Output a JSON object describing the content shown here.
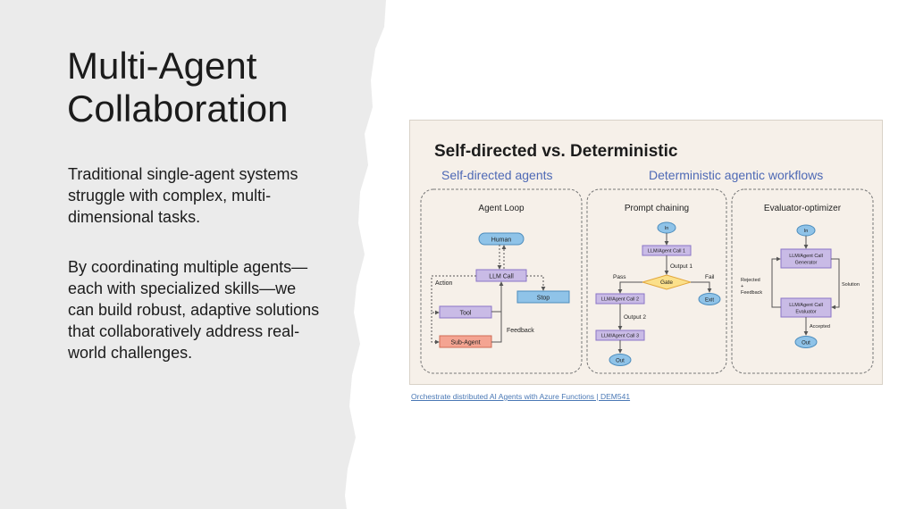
{
  "slide": {
    "title_line1": "Multi-Agent",
    "title_line2": "Collaboration",
    "paragraph1": "Traditional single-agent systems struggle with complex, multi-dimensional tasks.",
    "paragraph2": "By coordinating multiple agents—each with specialized skills—we can build robust, adaptive solutions that collaboratively address real-world challenges.",
    "source_link": "Orchestrate distributed AI Agents with Azure Functions | DEM541"
  },
  "diagram": {
    "heading": "Self-directed vs. Deterministic",
    "left_header": "Self-directed agents",
    "right_header": "Deterministic agentic workflows",
    "agent_loop": {
      "title": "Agent Loop",
      "human": "Human",
      "llm_call": "LLM Call",
      "stop": "Stop",
      "tool": "Tool",
      "sub_agent": "Sub-Agent",
      "action": "Action",
      "feedback": "Feedback"
    },
    "prompt_chaining": {
      "title": "Prompt chaining",
      "in": "In",
      "call1": "LLM/Agent Call 1",
      "output1": "Output 1",
      "pass": "Pass",
      "gate": "Gate",
      "fail": "Fail",
      "call2": "LLM/Agent Call 2",
      "exit": "Exit",
      "output2": "Output 2",
      "call3": "LLM/Agent Call 3",
      "out": "Out"
    },
    "evaluator": {
      "title": "Evaluator-optimizer",
      "in": "In",
      "generator_l1": "LLM/Agent Call",
      "generator_l2": "Generator",
      "rejected_l1": "Rejected",
      "rejected_l2": "+",
      "rejected_l3": "Feedback",
      "solution": "Solution",
      "evaluator_l1": "LLM/Agent Call",
      "evaluator_l2": "Evaluator",
      "accepted": "Accepted",
      "out": "Out"
    }
  },
  "colors": {
    "slide_gray": "#ebebeb",
    "panel_bg": "#f6f0e9",
    "header_blue": "#4e69b5",
    "node_purple": "#c9bbe6",
    "node_purple_border": "#8b75c7",
    "node_blue": "#8fc3e8",
    "node_blue_border": "#4d8dbd",
    "node_salmon": "#f4a492",
    "node_salmon_border": "#cf6b55",
    "gate_yellow": "#fbe08b",
    "gate_border": "#e2a63a",
    "link_blue": "#4a78b5"
  }
}
